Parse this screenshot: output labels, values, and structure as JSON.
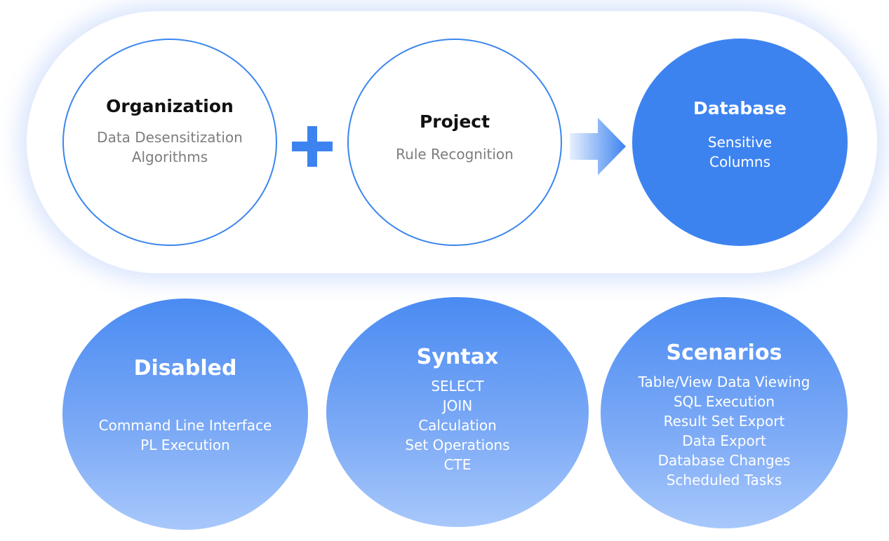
{
  "top_row": {
    "organization": {
      "title": "Organization",
      "lines": [
        "Data Desensitization",
        "Algorithms"
      ]
    },
    "project": {
      "title": "Project",
      "lines": [
        "Rule Recognition"
      ]
    },
    "database": {
      "title": "Database",
      "lines": [
        "Sensitive",
        "Columns"
      ]
    },
    "operator_icon": "plus-icon",
    "result_icon": "arrow-right-icon"
  },
  "bottom_row": {
    "disabled": {
      "title": "Disabled",
      "items": [
        "Command Line Interface",
        "PL Execution"
      ]
    },
    "syntax": {
      "title": "Syntax",
      "items": [
        "SELECT",
        "JOIN",
        "Calculation",
        "Set Operations",
        "CTE"
      ]
    },
    "scenarios": {
      "title": "Scenarios",
      "items": [
        "Table/View Data Viewing",
        "SQL Execution",
        "Result Set Export",
        "Data Export",
        "Database Changes",
        "Scheduled Tasks"
      ]
    }
  },
  "colors": {
    "accent": "#3d83f0",
    "outline": "#3a86ee",
    "title_dark": "#111111",
    "subtitle_gray": "#7d7d7d"
  }
}
